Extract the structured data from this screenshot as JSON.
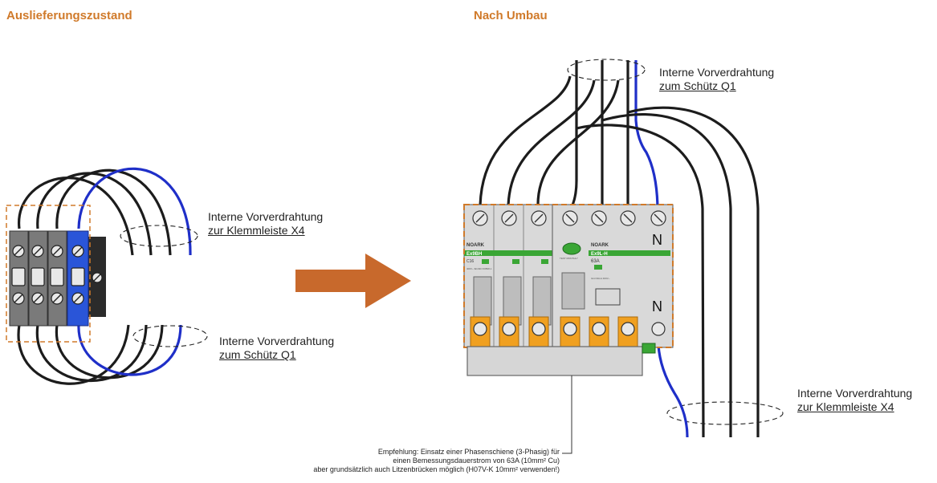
{
  "headings": {
    "left": "Auslieferungszustand",
    "right": "Nach Umbau"
  },
  "labels": {
    "left_x4": {
      "line1": "Interne Vorverdrahtung",
      "line2": "zur Klemmleiste X4"
    },
    "left_q1": {
      "line1": "Interne Vorverdrahtung",
      "line2": "zum Schütz Q1"
    },
    "right_q1": {
      "line1": "Interne Vorverdrahtung",
      "line2": "zum Schütz Q1"
    },
    "right_x4": {
      "line1": "Interne Vorverdrahtung",
      "line2": "zur Klemmleiste X4"
    }
  },
  "recommendation": {
    "line1": "Empfehlung: Einsatz einer Phasenschiene (3-Phasig) für",
    "line2": "einen Bemessungsdauerstrom von 63A (10mm² Cu)",
    "line3": "aber grundsätzlich auch Litzenbrücken möglich (H07V-K 10mm² verwenden!)"
  },
  "devices": {
    "mcb": {
      "brand": "NOARK",
      "model": "Ex9BH",
      "rating": "C16",
      "spec_small": "400V~  IEC/EN 60898-1"
    },
    "rcd": {
      "brand": "NOARK",
      "model": "Ex9L-H",
      "rating": "63A",
      "test_label": "TEST MONTHLY",
      "spec_small": "IΔn=30mA  400V~"
    },
    "neutral_top": "N",
    "neutral_bottom": "N"
  },
  "colors": {
    "heading": "#d07a2a",
    "arrow": "#c8692c",
    "wire_black": "#1c1c1c",
    "wire_blue": "#1f2fc8",
    "terminal_orange": "#f0a020",
    "terminal_blue": "#2a55d8",
    "device_grey": "#d9d9d9",
    "model_green": "#3aa635"
  }
}
